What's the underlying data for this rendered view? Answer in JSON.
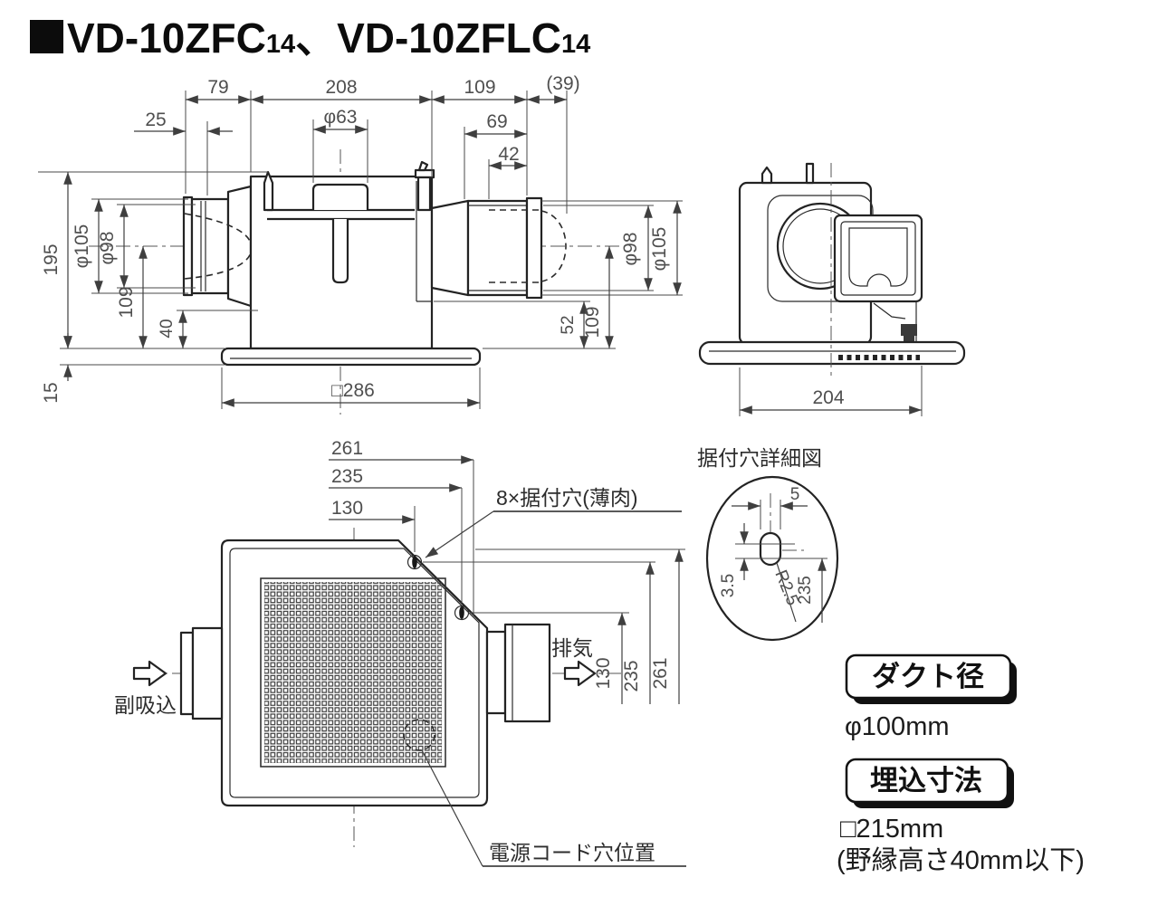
{
  "title": {
    "model_1": "VD-10ZFC",
    "model_1_sub": "14",
    "separator": "、",
    "model_2": "VD-10ZFLC",
    "model_2_sub": "14"
  },
  "front_view": {
    "dim_top_79": "79",
    "dim_top_208": "208",
    "dim_top_109": "109",
    "dim_top_39": "(39)",
    "dim_25": "25",
    "dim_phi63": "φ63",
    "dim_69": "69",
    "dim_42": "42",
    "dim_195": "195",
    "dim_phi105_left": "φ105",
    "dim_phi98_left": "φ98",
    "dim_109_left": "109",
    "dim_40": "40",
    "dim_15": "15",
    "dim_phi98_right": "φ98",
    "dim_phi105_right": "φ105",
    "dim_52": "52",
    "dim_109_right": "109",
    "dim_286": "□286"
  },
  "side_view": {
    "dim_204": "204"
  },
  "bottom_view": {
    "dim_261_top": "261",
    "dim_235_top": "235",
    "dim_130_top": "130",
    "mount_hole_label": "8×据付穴(薄肉)",
    "exhaust_label": "排気",
    "sub_intake_label": "副吸込",
    "dim_130_right": "130",
    "dim_235_right": "235",
    "dim_261_right": "261",
    "power_cord_label": "電源コード穴位置"
  },
  "detail_view": {
    "title": "据付穴詳細図",
    "dim_5": "5",
    "dim_3_5": "3.5",
    "dim_r2_5": "R2.5",
    "dim_235": "235"
  },
  "specs": {
    "duct_badge": "ダクト径",
    "duct_value": "φ100mm",
    "embed_badge": "埋込寸法",
    "embed_value": "□215mm",
    "embed_note": "(野縁高さ40mm以下)"
  },
  "colors": {
    "line": "#232323",
    "dim_text": "#4f4f4f",
    "accent": "#9b4f3e"
  }
}
